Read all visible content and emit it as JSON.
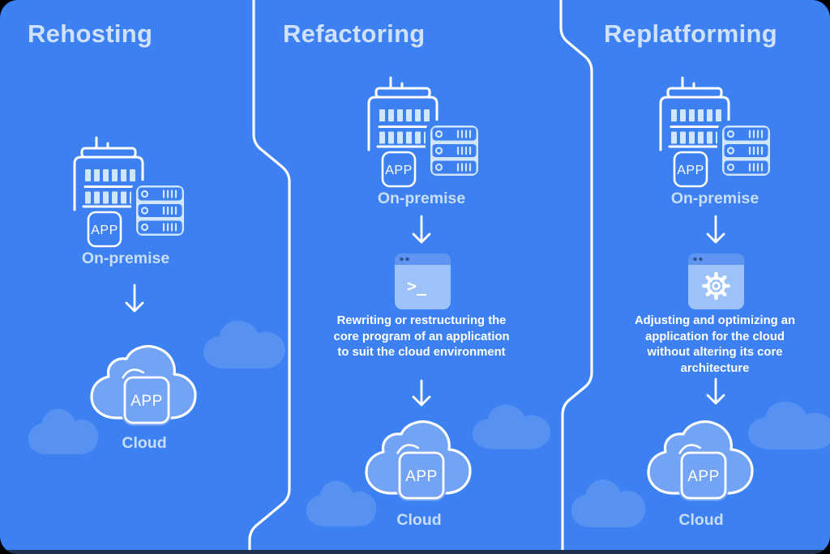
{
  "diagram": {
    "columns": [
      {
        "title": "Rehosting",
        "on_premise_label": "On-premise",
        "on_premise_app_badge": "APP",
        "cloud_app_badge": "APP",
        "cloud_label": "Cloud"
      },
      {
        "title": "Refactoring",
        "on_premise_label": "On-premise",
        "on_premise_app_badge": "APP",
        "terminal_prompt": ">_",
        "description_lines": [
          "Rewriting or restructuring the",
          "core program of an application",
          "to suit the cloud environment"
        ],
        "cloud_app_badge": "APP",
        "cloud_label": "Cloud"
      },
      {
        "title": "Replatforming",
        "on_premise_label": "On-premise",
        "on_premise_app_badge": "APP",
        "description_lines": [
          "Adjusting and optimizing an",
          "application for the cloud",
          "without altering its core",
          "architecture"
        ],
        "cloud_app_badge": "APP",
        "cloud_label": "Cloud"
      }
    ],
    "icons": {
      "on_premise": "building-with-server-rack-icon",
      "terminal": "terminal-window-icon",
      "gear": "gear-window-icon",
      "cloud": "cloud-wifi-icon",
      "arrow": "down-arrow-icon"
    },
    "colors": {
      "background": "#3c80f1",
      "divider": "#ffffff",
      "title_text": "#d0e1fc",
      "label_text": "#c9defb",
      "body_text": "#ffffff",
      "icon_light": "#cfe6fc",
      "cloud_fill": "#72a3f5",
      "decor_cloud": "rgba(255,255,255,0.14)",
      "window_body": "#9cc2f8",
      "window_header": "#5f94f0",
      "window_dots": "#2d5293",
      "bottom_bar": "#20304f"
    }
  }
}
